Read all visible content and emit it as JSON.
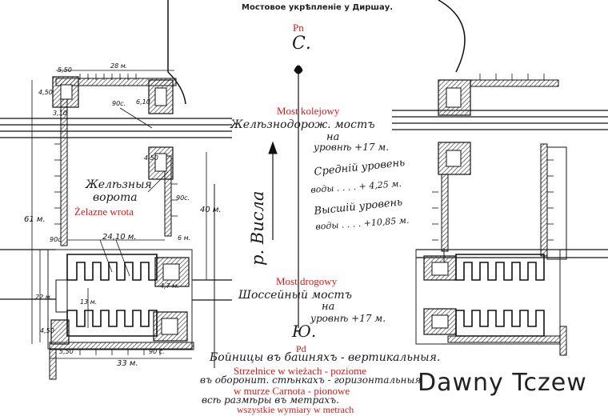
{
  "header": {
    "title": "Мостовое укрѣпленіе у Диршау."
  },
  "compass": {
    "north_pl": "Pn",
    "north_ru": "С.",
    "south_ru": "Ю.",
    "south_pl": "Pd"
  },
  "labels": {
    "rail_bridge_pl": "Most kolejowy",
    "rail_bridge_ru_1": "Желѣзнодорож. мостъ",
    "rail_bridge_ru_2": "на",
    "rail_bridge_ru_3": "уровнѣ +17 м.",
    "iron_gate_ru_1": "Желѣзныя",
    "iron_gate_ru_2": "ворота",
    "iron_gate_pl": "Żelazne wrota",
    "mid_water_1": "Средній уровень",
    "mid_water_2": "воды  . . . . + 4,25 м.",
    "high_water_1": "Высшій уровень",
    "high_water_2": "воды . . . . +10,85 м.",
    "river": "р. Висла",
    "road_bridge_pl": "Most drogowy",
    "road_bridge_ru_1": "Шоссейный мостъ",
    "road_bridge_ru_2": "на",
    "road_bridge_ru_3": "уровнѣ +17 м."
  },
  "notes": {
    "ru_1": "Бойницы въ башняхъ - вертикальныя.",
    "pl_1": "Strzelnice w wieżach - poziome",
    "ru_2": "въ оборонит. стѣнкахъ - горизонтальныя",
    "pl_2": "w murze Carnota - pionowe",
    "ru_3": "всѣ размѣры въ метрахъ.",
    "pl_3": "wszystkie wymiary w metrach"
  },
  "dims": {
    "d_550_top": "5,50",
    "d_28": "28 м.",
    "d_450_a": "4,50",
    "d_310": "3,10",
    "d_90c_a": "90с.",
    "d_610": "6,10",
    "d_450_b": "4,50",
    "d_90c_b": "90с.",
    "d_61": "61 м.",
    "d_40": "40 м.",
    "d_90c_c": "90с",
    "d_2410": "24,10 м.",
    "d_6": "6 м.",
    "d_47": "4,7 м.",
    "d_13": "13 м.",
    "d_22": "22 м.",
    "d_450_c": "4,50",
    "d_550_bot": "5,50",
    "d_90c_d": "90 с.",
    "d_33": "33 м."
  },
  "watermark": "Dawny Tczew",
  "colors": {
    "ink": "#1a1a1a",
    "polish_red": "#d81818",
    "hatch": "#555555"
  }
}
